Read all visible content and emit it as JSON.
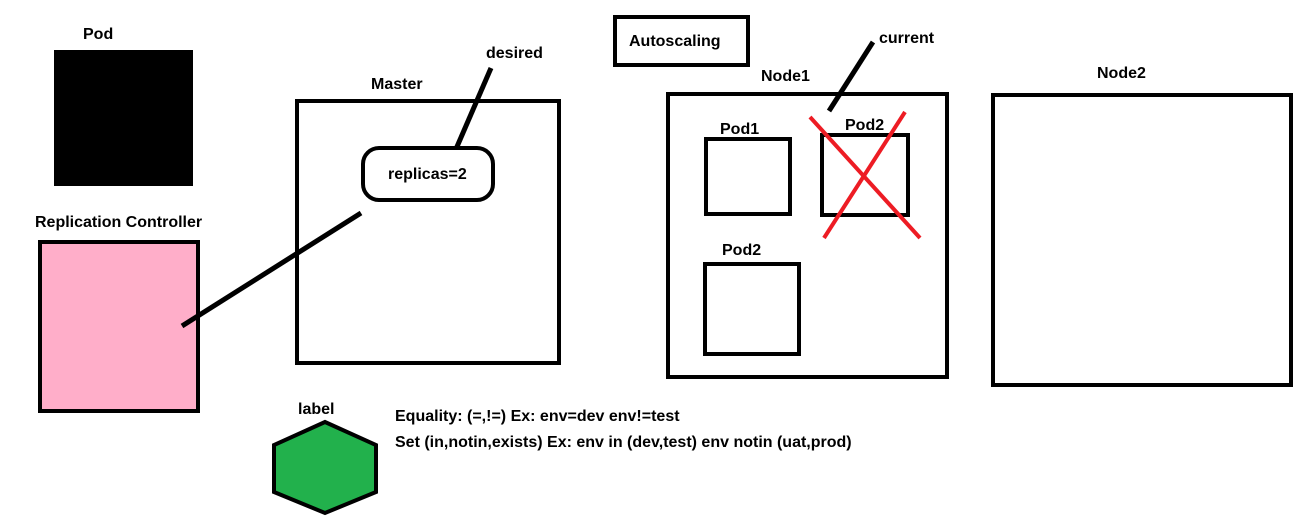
{
  "labels": {
    "pod": "Pod",
    "replication_controller": "Replication Controller",
    "master": "Master",
    "desired": "desired",
    "replicas": "replicas=2",
    "autoscaling": "Autoscaling",
    "current": "current",
    "node1": "Node1",
    "node2": "Node2",
    "pod1": "Pod1",
    "pod2_removed": "Pod2",
    "pod2_new": "Pod2",
    "label": "label"
  },
  "selectors": {
    "equality": "Equality: (=,!=) Ex: env=dev env!=test",
    "set": "Set (in,notin,exists) Ex: env in (dev,test) env notin (uat,prod)"
  },
  "colors": {
    "pod_fill": "#000000",
    "replication_controller_fill": "#ffaec9",
    "label_hexagon_fill": "#22b14c",
    "cross_color": "#ed1c24",
    "stroke": "#000000"
  }
}
